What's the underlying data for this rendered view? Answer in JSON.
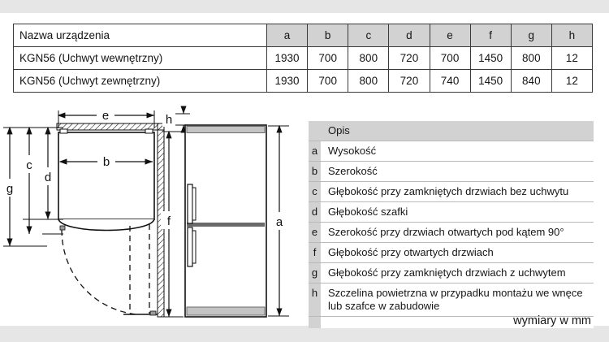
{
  "table": {
    "header": [
      "Nazwa urządzenia",
      "a",
      "b",
      "c",
      "d",
      "e",
      "f",
      "g",
      "h"
    ],
    "rows": [
      {
        "name": "KGN56 (Uchwyt wewnętrzny)",
        "values": [
          "1930",
          "700",
          "800",
          "720",
          "700",
          "1450",
          "800",
          "12"
        ]
      },
      {
        "name": "KGN56 (Uchwyt zewnętrzny)",
        "values": [
          "1930",
          "700",
          "800",
          "720",
          "740",
          "1450",
          "840",
          "12"
        ]
      }
    ]
  },
  "legend": {
    "header_key": "",
    "header_label": "Opis",
    "items": [
      {
        "key": "a",
        "desc": "Wysokość"
      },
      {
        "key": "b",
        "desc": "Szerokość"
      },
      {
        "key": "c",
        "desc": "Głębokość przy zamkniętych drzwiach bez uchwytu"
      },
      {
        "key": "d",
        "desc": "Głębokość szafki"
      },
      {
        "key": "e",
        "desc": "Szerokość przy drzwiach otwartych pod kątem 90°"
      },
      {
        "key": "f",
        "desc": "Głębokość przy otwartych drzwiach"
      },
      {
        "key": "g",
        "desc": "Głębokość przy zamkniętych drzwiach z uchwytem"
      },
      {
        "key": "h",
        "desc": "Szczelina powietrzna w przypadku montażu we wnęce lub szafce w zabudowie"
      }
    ]
  },
  "drawing": {
    "labels": {
      "e": "e",
      "b": "b",
      "g": "g",
      "c": "c",
      "d": "d",
      "h": "h",
      "f": "f",
      "a": "a"
    }
  },
  "footer": {
    "units_note": "wymiary w mm"
  },
  "colors": {
    "page_background": "#e6e6e6",
    "sheet_background": "#ffffff",
    "table_header_fill": "#d2d2d2",
    "table_border": "#3a3a3a",
    "legend_key_fill": "#d2d2d2",
    "legend_divider": "#b9b9b9",
    "line_color": "#111111",
    "panel_fill": "#b9b9b9"
  }
}
